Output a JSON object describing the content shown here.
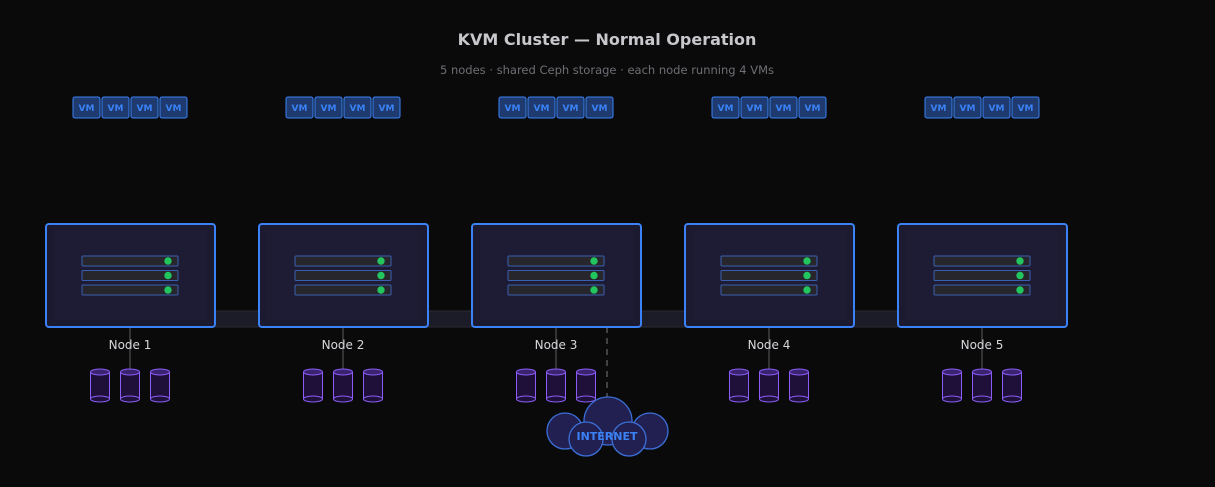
{
  "title": "KVM Cluster — Normal Operation",
  "subtitle": "5 nodes · shared Ceph storage · each node running 4 VMs",
  "vm_label": "VM",
  "vms_per_node": 4,
  "slots_per_node": 3,
  "disks_per_node": 3,
  "nodes": [
    {
      "label": "Node 1",
      "status": "online"
    },
    {
      "label": "Node 2",
      "status": "online"
    },
    {
      "label": "Node 3",
      "status": "online"
    },
    {
      "label": "Node 4",
      "status": "online"
    },
    {
      "label": "Node 5",
      "status": "online"
    }
  ],
  "internet_label": "INTERNET",
  "colors": {
    "accent": "#3b82f6",
    "status_ok": "#22c55e",
    "storage": "#8b5cf6",
    "node_fill": "#1c1a30"
  }
}
